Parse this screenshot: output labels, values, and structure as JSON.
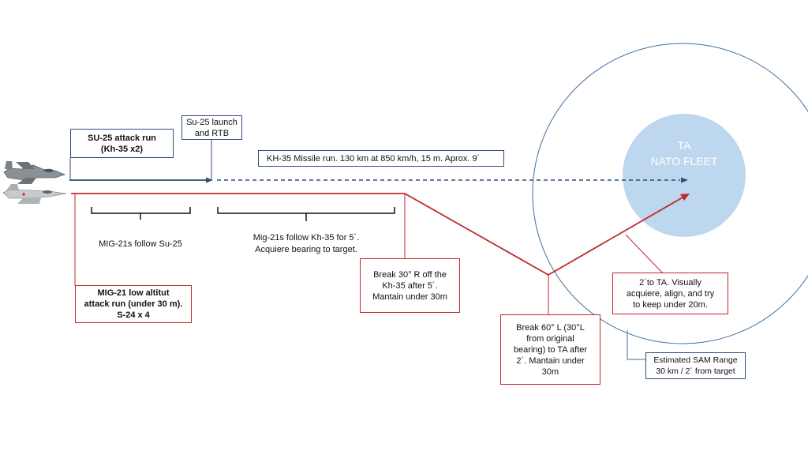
{
  "colors": {
    "su25_path": "#2e4e7a",
    "mig21_path": "#c0272d",
    "target_fill": "#bdd7ee",
    "sam_circle": "#3e6fa0"
  },
  "boxes": {
    "su25_attack": {
      "line1": "SU-25 attack run",
      "line2": "(Kh-35 x2)"
    },
    "su25_launch": {
      "line1": "Su-25 launch",
      "line2": "and  RTB"
    },
    "kh35_run": {
      "text": "KH-35 Missile run. 130 km at 850 km/h, 15 m. Aprox. 9´"
    },
    "mig21_attack": {
      "line1": "MIG-21 low altitut",
      "line2": "attack run (under 30 m).",
      "line3": "S-24 x 4"
    },
    "break30": {
      "line1": "Break 30° R off the",
      "line2": "Kh-35 after 5´.",
      "line3": "Mantain under 30m"
    },
    "break60": {
      "line1": "Break 60° L (30°L",
      "line2": "from original",
      "line3": "bearing) to TA after",
      "line4": "2´. Mantain under",
      "line5": "30m"
    },
    "two_to_ta": {
      "line1": "2´to TA. Visually",
      "line2": "acquiere, align, and try",
      "line3": "to keep under 20m."
    },
    "sam_range": {
      "line1": "Estimated SAM Range",
      "line2": "30 km / 2´ from target"
    }
  },
  "labels": {
    "mig_follow_su25": "MIG-21s follow Su-25",
    "mig_follow_kh35_line1": "Mig-21s follow Kh-35 for 5´.",
    "mig_follow_kh35_line2": "Acquiere bearing to target."
  },
  "target": {
    "line1": "TA",
    "line2": "NATO FLEET"
  },
  "icons": {
    "aircraft_1": "su25-jet-icon",
    "aircraft_2": "mig21-jet-icon"
  }
}
